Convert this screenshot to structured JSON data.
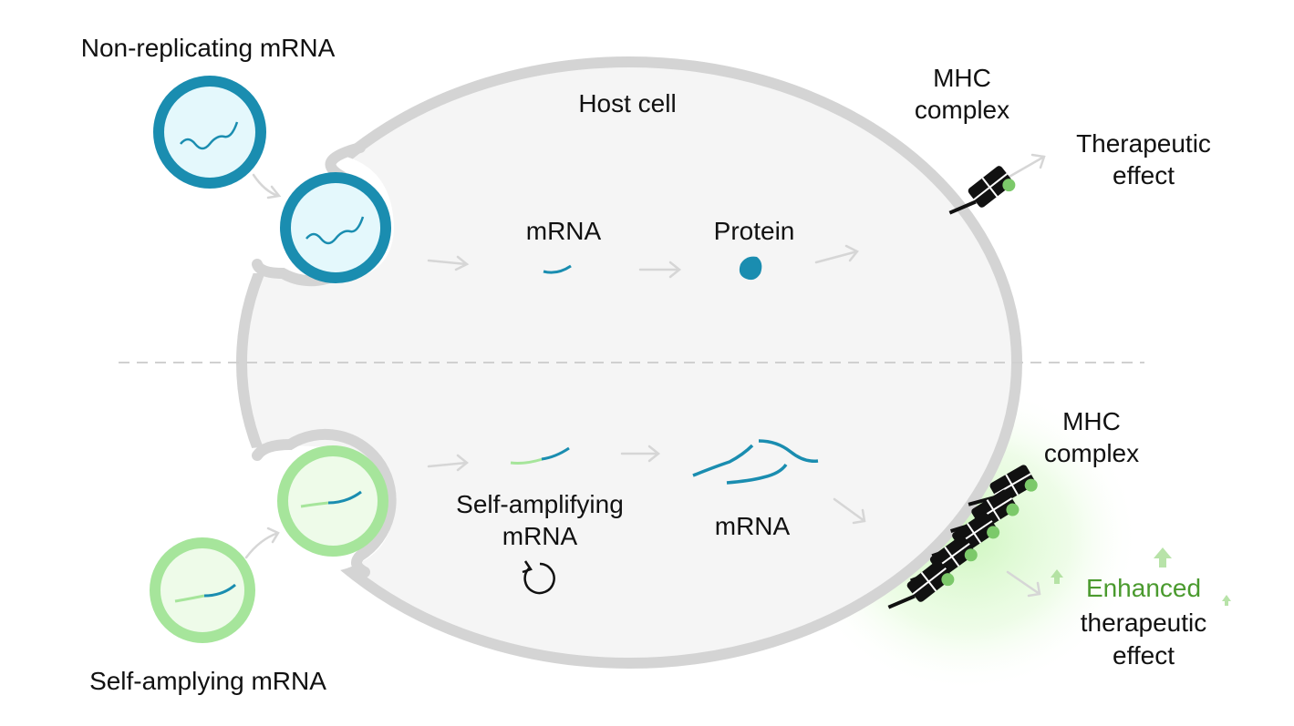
{
  "labels": {
    "non_replicating": "Non-replicating mRNA",
    "self_amplying": "Self-amplying mRNA",
    "host_cell": "Host cell",
    "top_mrna": "mRNA",
    "protein": "Protein",
    "mhc_top_line1": "MHC",
    "mhc_top_line2": "complex",
    "therapeutic_line1": "Therapeutic",
    "therapeutic_line2": "effect",
    "self_amp_line1": "Self-amplifying",
    "self_amp_line2": "mRNA",
    "bottom_mrna": "mRNA",
    "mhc_bottom_line1": "MHC",
    "mhc_bottom_line2": "complex",
    "enhanced": "Enhanced",
    "enhanced_line2": "therapeutic",
    "enhanced_line3": "effect"
  },
  "colors": {
    "teal": "#1a8db0",
    "teal_fill": "#e4f8fc",
    "green": "#a6e59b",
    "green_fill": "#eefbe9",
    "enhanced_green": "#4a9a2e",
    "membrane": "#d4d4d4",
    "cell_fill": "#f5f5f5",
    "mhc_dot": "#7cc96a"
  },
  "icons": [
    "rna-strand-icon",
    "protein-icon",
    "cycle-icon",
    "mhc-complex-icon",
    "up-arrow-icon"
  ]
}
